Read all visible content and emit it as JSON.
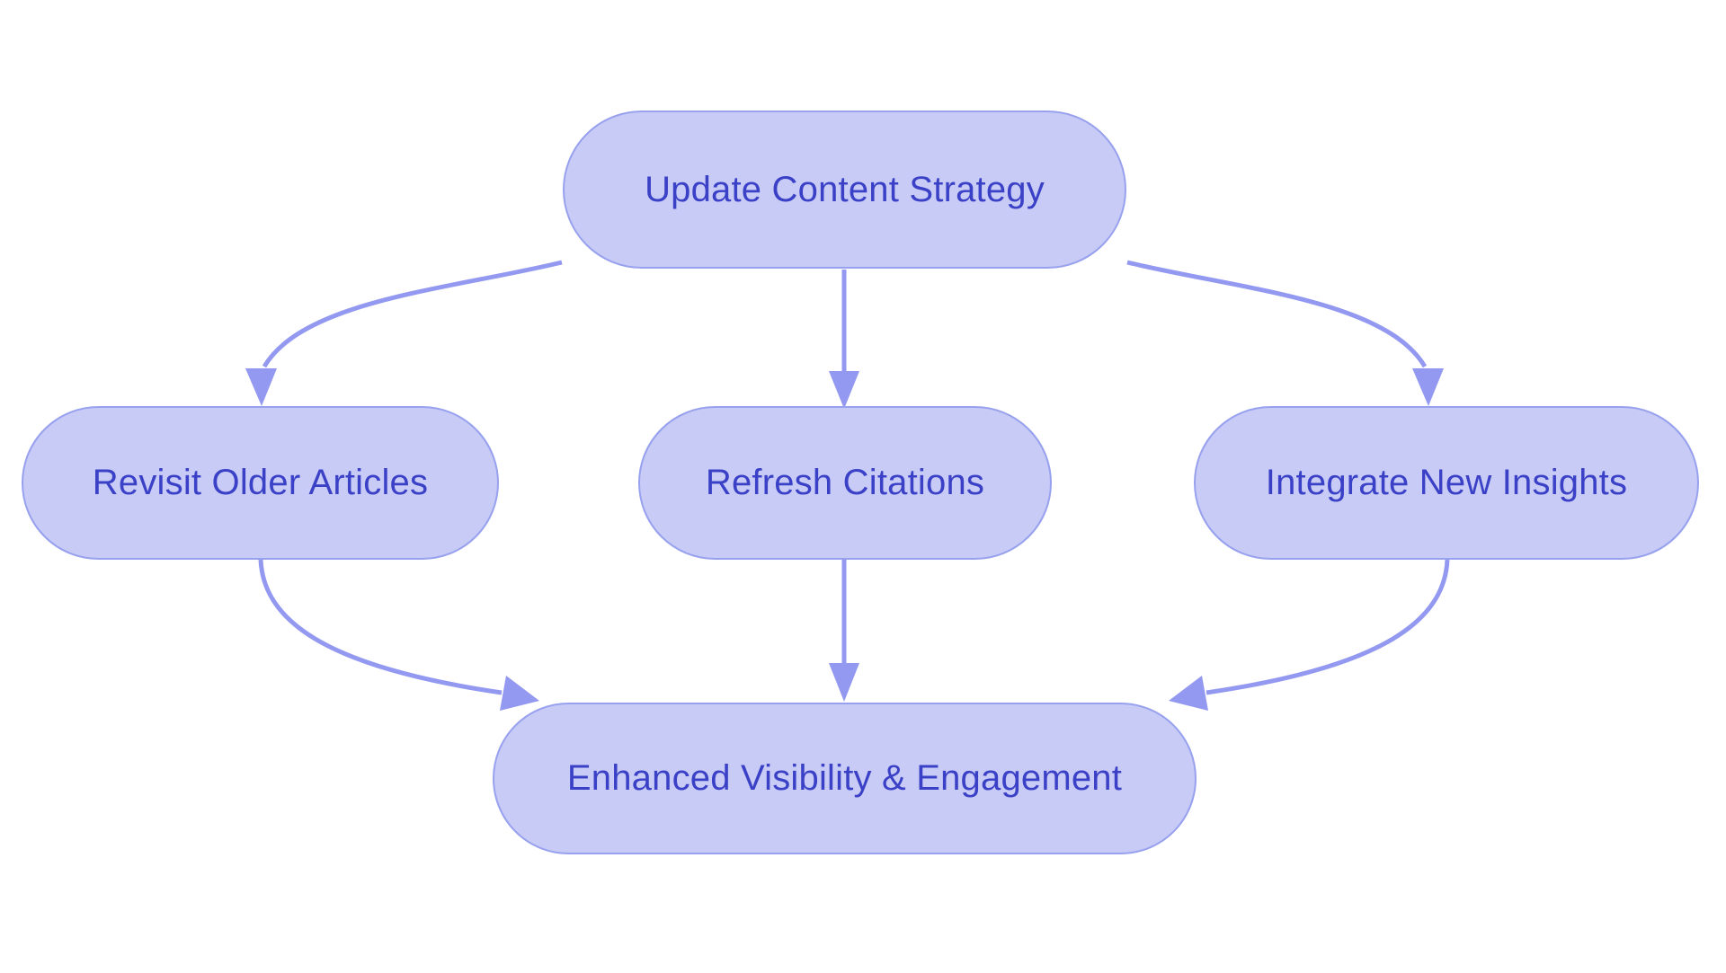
{
  "diagram": {
    "type": "flowchart",
    "background": "#ffffff"
  },
  "colors": {
    "background": "#ffffff",
    "node_fill": "#c8cbf6",
    "node_border": "#98a1ee",
    "node_text": "#3a41c7",
    "arrow": "#9399f0"
  },
  "nodes": [
    {
      "id": "update-content-strategy",
      "label": "Update Content Strategy",
      "row": "top"
    },
    {
      "id": "revisit-older-articles",
      "label": "Revisit Older Articles",
      "row": "middle"
    },
    {
      "id": "refresh-citations",
      "label": "Refresh Citations",
      "row": "middle"
    },
    {
      "id": "integrate-new-insights",
      "label": "Integrate New Insights",
      "row": "middle"
    },
    {
      "id": "enhanced-visibility-engagement",
      "label": "Enhanced Visibility & Engagement",
      "row": "bottom"
    }
  ],
  "edges": [
    {
      "from": "update-content-strategy",
      "to": "revisit-older-articles"
    },
    {
      "from": "update-content-strategy",
      "to": "refresh-citations"
    },
    {
      "from": "update-content-strategy",
      "to": "integrate-new-insights"
    },
    {
      "from": "revisit-older-articles",
      "to": "enhanced-visibility-engagement"
    },
    {
      "from": "refresh-citations",
      "to": "enhanced-visibility-engagement"
    },
    {
      "from": "integrate-new-insights",
      "to": "enhanced-visibility-engagement"
    }
  ]
}
